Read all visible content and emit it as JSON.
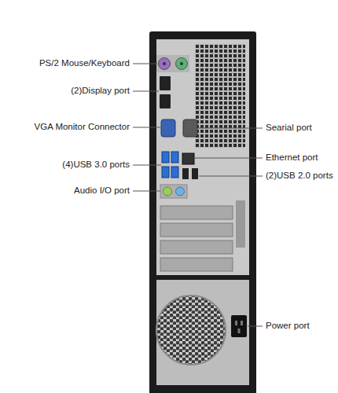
{
  "diagram": {
    "labels": [
      "PS/2 Mouse/Keyboard",
      "(2)Display port",
      "VGA Monitor Connector",
      "(4)USB 3.0 ports",
      "Audio I/O port",
      "Searial port",
      "Ethernet port",
      "(2)USB 2.0 ports",
      "Power port"
    ]
  }
}
